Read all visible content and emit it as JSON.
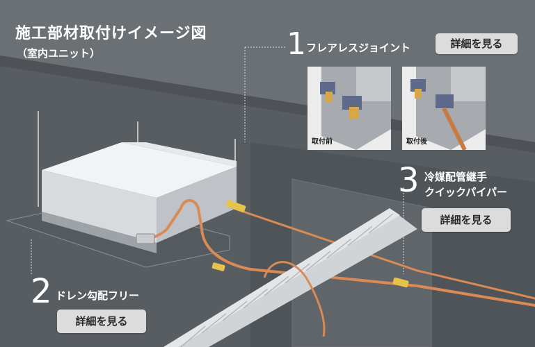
{
  "header": {
    "title": "施工部材取付けイメージ図",
    "subtitle": "（室内ユニット）"
  },
  "items": [
    {
      "number": "1",
      "label": "フレアレスジョイント",
      "button": "詳細を見る",
      "photos": [
        {
          "caption": "取付前"
        },
        {
          "caption": "取付後"
        }
      ]
    },
    {
      "number": "2",
      "label": "ドレン勾配フリー",
      "button": "詳細を見る"
    },
    {
      "number": "3",
      "label_line1": "冷媒配管継手",
      "label_line2": "クイックパイパー",
      "button": "詳細を見る"
    }
  ],
  "colors": {
    "background": "#5a5f64",
    "unit": "#e6e8ea",
    "pipe": "#d98a55",
    "duct": "#cfd3d6",
    "button": "#dcdcdc"
  }
}
